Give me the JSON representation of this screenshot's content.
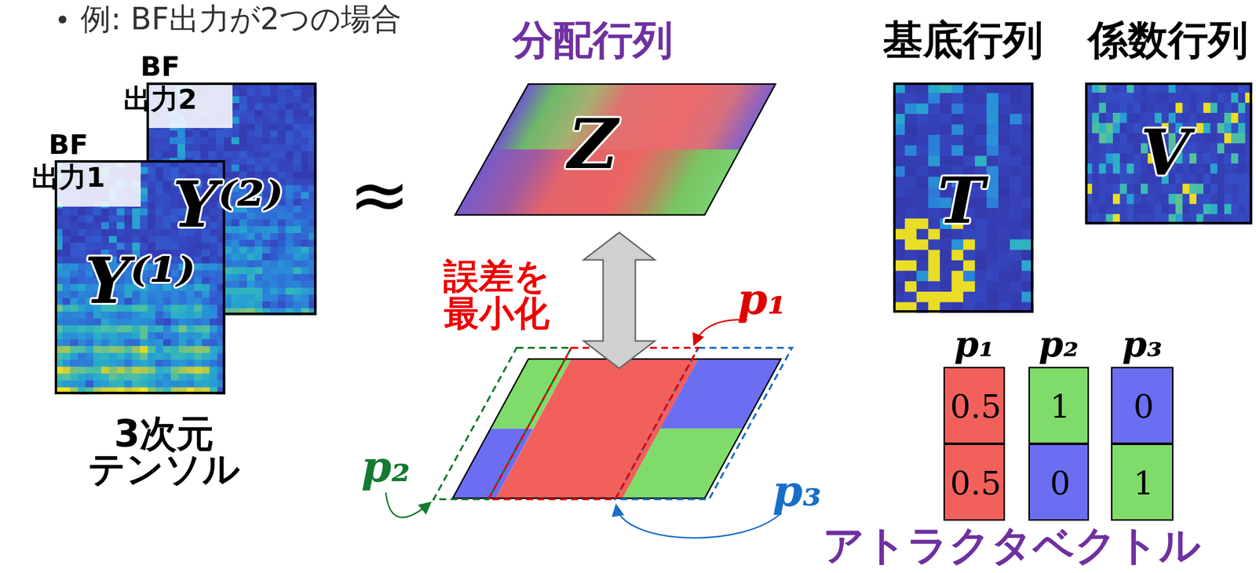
{
  "diagram": {
    "nodes": [
      {
        "text": [
          "BF 出力2",
          "Y⁽²⁾"
        ]
      },
      {
        "text": [
          "BF 出力1",
          "Y⁽¹⁾"
        ]
      },
      {
        "text": [
          "分配行列",
          "Z"
        ]
      },
      {
        "text": [
          "基底行列",
          "T"
        ]
      },
      {
        "text": [
          "係数行列",
          "V"
        ]
      },
      {
        "text": [
          "p₁"
        ]
      },
      {
        "text": [
          "0.5"
        ],
        "in": 5
      },
      {
        "text": [
          "0.5"
        ],
        "in": 5
      },
      {
        "text": [
          "p₂"
        ]
      },
      {
        "text": [
          "1"
        ],
        "in": 8
      },
      {
        "text": [
          "0"
        ],
        "in": 8
      },
      {
        "text": [
          "p₃"
        ]
      },
      {
        "text": [
          "0"
        ],
        "in": 11
      },
      {
        "text": [
          "1"
        ],
        "in": 11
      }
    ],
    "labels": [
      "例: BF出力が2つの場合",
      "3次元 テンソル",
      "≈",
      "誤差を 最小化",
      "p₁",
      "p₂",
      "p₃",
      "アトラクタベクトル"
    ]
  }
}
